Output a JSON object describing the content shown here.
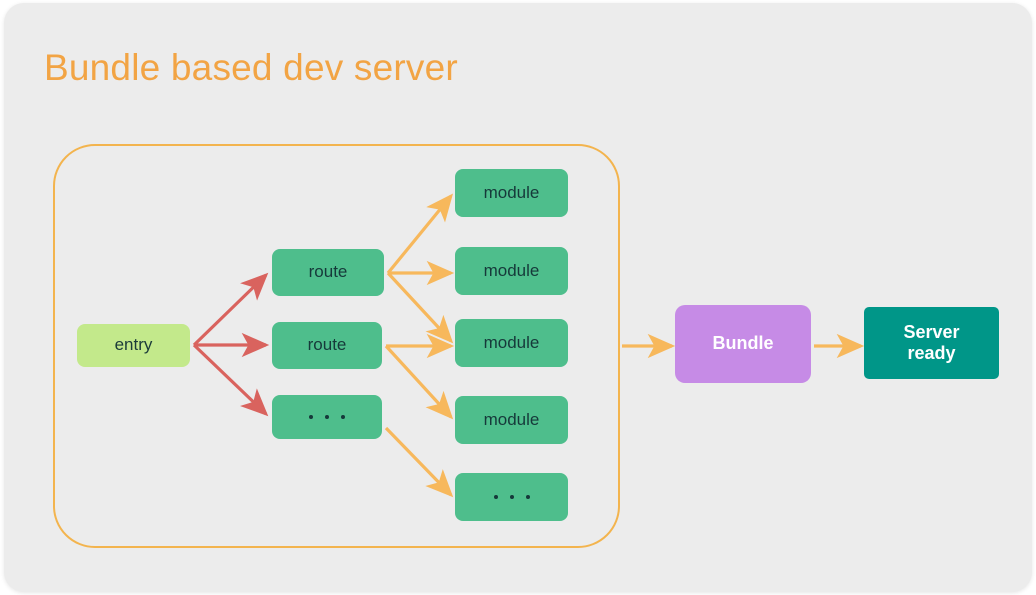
{
  "page": {
    "title": "Bundle based dev server",
    "background": "#ececec",
    "title_color": "#f2a444"
  },
  "palette": {
    "entry_fill": "#c3e98b",
    "node_fill": "#4ebe8c",
    "bundle_fill": "#c68be6",
    "server_fill": "#009688",
    "red_arrow": "#d9635e",
    "orange_arrow": "#f7b85c",
    "group_border": "#f3b44e",
    "dark_text": "#16393a"
  },
  "diagram": {
    "type": "flow-diagram",
    "group_label": "",
    "nodes": [
      {
        "id": "entry",
        "label": "entry",
        "kind": "entry"
      },
      {
        "id": "route1",
        "label": "route",
        "kind": "route"
      },
      {
        "id": "route2",
        "label": "route",
        "kind": "route"
      },
      {
        "id": "route3",
        "label": "...",
        "kind": "route-ellipsis"
      },
      {
        "id": "module1",
        "label": "module",
        "kind": "module"
      },
      {
        "id": "module2",
        "label": "module",
        "kind": "module"
      },
      {
        "id": "module3",
        "label": "module",
        "kind": "module"
      },
      {
        "id": "module4",
        "label": "module",
        "kind": "module"
      },
      {
        "id": "module5",
        "label": "...",
        "kind": "module-ellipsis"
      },
      {
        "id": "bundle",
        "label": "Bundle",
        "kind": "bundle"
      },
      {
        "id": "server",
        "label": "Server ready",
        "kind": "server",
        "line1": "Server",
        "line2": "ready"
      }
    ],
    "edges": [
      {
        "from": "entry",
        "to": "route1",
        "color": "#d9635e"
      },
      {
        "from": "entry",
        "to": "route2",
        "color": "#d9635e"
      },
      {
        "from": "entry",
        "to": "route3",
        "color": "#d9635e"
      },
      {
        "from": "route1",
        "to": "module1",
        "color": "#f7b85c"
      },
      {
        "from": "route1",
        "to": "module2",
        "color": "#f7b85c"
      },
      {
        "from": "route1",
        "to": "module3",
        "color": "#f7b85c"
      },
      {
        "from": "route2",
        "to": "module3",
        "color": "#f7b85c"
      },
      {
        "from": "route2",
        "to": "module4",
        "color": "#f7b85c"
      },
      {
        "from": "route3",
        "to": "module5",
        "color": "#f7b85c"
      },
      {
        "from": "group",
        "to": "bundle",
        "color": "#f7b85c"
      },
      {
        "from": "bundle",
        "to": "server",
        "color": "#f7b85c"
      }
    ]
  }
}
